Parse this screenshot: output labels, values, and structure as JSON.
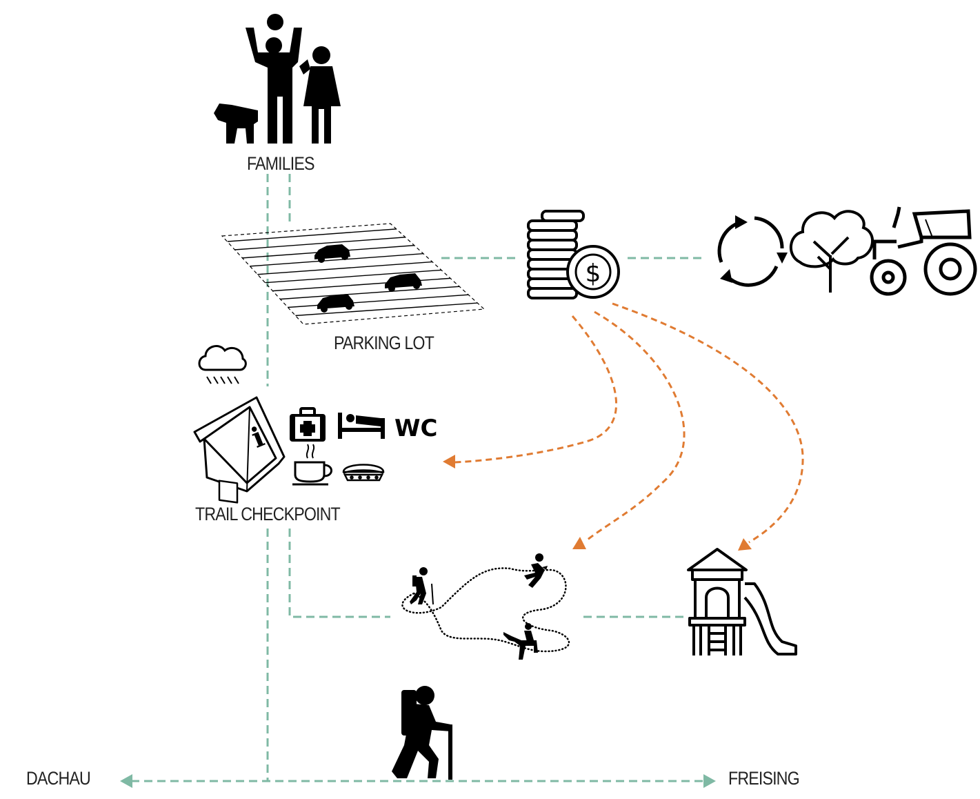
{
  "labels": {
    "families": "FAMILIES",
    "parking_lot": "PARKING LOT",
    "trail_checkpoint": "TRAIL CHECKPOINT",
    "west_destination": "DACHAU",
    "east_destination": "FREISING",
    "toilet": "WC",
    "currency_symbol": "$",
    "info_symbol": "i"
  },
  "colors": {
    "connection": "#7fb9a4",
    "funding_flow": "#e07b32",
    "icon": "#000000"
  },
  "icons": [
    "family-icon",
    "dog-icon",
    "parking-lot-icon",
    "car-icon",
    "coins-icon",
    "dollar-icon",
    "recycle-icon",
    "tree-icon",
    "tractor-icon",
    "rain-cloud-icon",
    "info-house-icon",
    "first-aid-icon",
    "bed-icon",
    "coffee-icon",
    "sandwich-icon",
    "trail-loop-icon",
    "hiker-icon",
    "runner-icon",
    "horse-rider-icon",
    "playground-icon"
  ]
}
